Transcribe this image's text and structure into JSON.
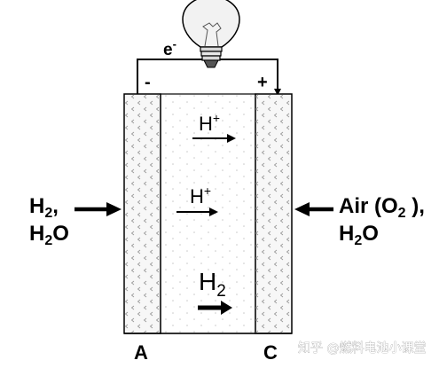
{
  "diagram": {
    "electron_label": "e",
    "electron_sup": "-",
    "minus_sign": "-",
    "plus_sign": "+",
    "proton_top_base": "H",
    "proton_top_sup": "+",
    "proton_mid_base": "H",
    "proton_mid_sup": "+",
    "h2_base": "H",
    "h2_sub": "2",
    "left_input_line1_base": "H",
    "left_input_line1_sub": "2",
    "left_input_line1_tail": ",",
    "left_input_line2_base": "H",
    "left_input_line2_sub": "2",
    "left_input_line2_tail": "O",
    "right_input_line1_base": "Air (O",
    "right_input_line1_sub": "2",
    "right_input_line1_tail": " ),",
    "right_input_line2_base": "H",
    "right_input_line2_sub": "2",
    "right_input_line2_tail": "O",
    "anode_label": "A",
    "cathode_label": "C",
    "watermark": "知乎 @燃料电池小课堂"
  },
  "colors": {
    "stroke": "#000000",
    "electrode_fill": "#f7f7f7",
    "membrane_fill": "#ffffff",
    "bulb_glass": "#f2f2f2"
  }
}
